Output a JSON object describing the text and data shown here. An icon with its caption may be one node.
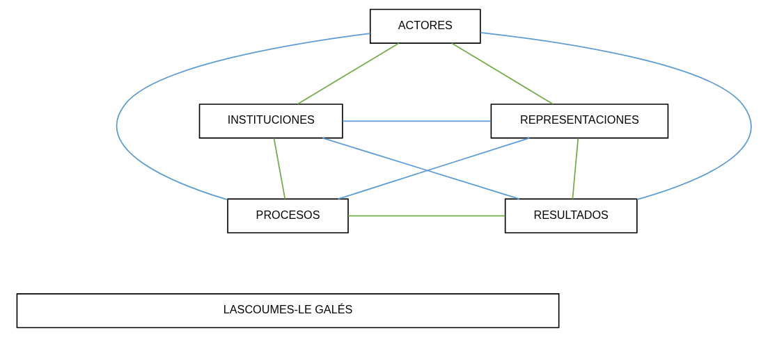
{
  "diagram": {
    "nodes": [
      {
        "text": [
          "ACTORES"
        ]
      },
      {
        "text": [
          "INSTITUCIONES"
        ]
      },
      {
        "text": [
          "REPRESENTACIONES"
        ]
      },
      {
        "text": [
          "PROCESOS"
        ]
      },
      {
        "text": [
          "RESULTADOS"
        ]
      },
      {
        "text": [
          "LASCOUMES-LE GALÉS"
        ]
      }
    ],
    "edges": [
      {
        "from": 0,
        "to": 1,
        "arrow": "none",
        "color": "#70ad47"
      },
      {
        "from": 0,
        "to": 2,
        "arrow": "none",
        "color": "#70ad47"
      },
      {
        "from": 1,
        "to": 3,
        "arrow": "none",
        "color": "#70ad47"
      },
      {
        "from": 2,
        "to": 4,
        "arrow": "none",
        "color": "#70ad47"
      },
      {
        "from": 3,
        "to": 4,
        "arrow": "none",
        "color": "#70ad47"
      },
      {
        "from": 0,
        "to": 3,
        "arrow": "none",
        "color": "#5b9bd5"
      },
      {
        "from": 0,
        "to": 4,
        "arrow": "none",
        "color": "#5b9bd5"
      },
      {
        "from": 1,
        "to": 2,
        "arrow": "none",
        "color": "#5b9bd5"
      },
      {
        "from": 1,
        "to": 4,
        "arrow": "none",
        "color": "#5b9bd5"
      },
      {
        "from": 2,
        "to": 3,
        "arrow": "none",
        "color": "#5b9bd5"
      }
    ]
  }
}
